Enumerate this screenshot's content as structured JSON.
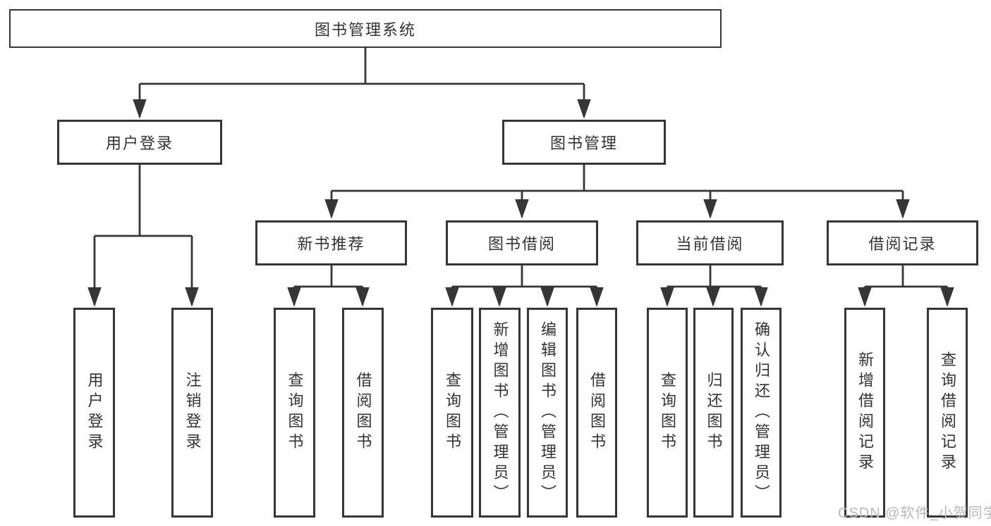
{
  "tree": {
    "root": {
      "label": "图书管理系统"
    },
    "branches": [
      {
        "label": "用户登录",
        "children": [
          {
            "label": "用户登录"
          },
          {
            "label": "注销登录"
          }
        ]
      },
      {
        "label": "图书管理",
        "children": [
          {
            "label": "新书推荐",
            "children": [
              {
                "label": "查询图书"
              },
              {
                "label": "借阅图书"
              }
            ]
          },
          {
            "label": "图书借阅",
            "children": [
              {
                "label": "查询图书"
              },
              {
                "label": "新增图书（管理员）"
              },
              {
                "label": "编辑图书（管理员）"
              },
              {
                "label": "借阅图书"
              }
            ]
          },
          {
            "label": "当前借阅",
            "children": [
              {
                "label": "查询图书"
              },
              {
                "label": "归还图书"
              },
              {
                "label": "确认归还（管理员）"
              }
            ]
          },
          {
            "label": "借阅记录",
            "children": [
              {
                "label": "新增借阅记录"
              },
              {
                "label": "查询借阅记录"
              }
            ]
          }
        ]
      }
    ]
  },
  "watermark": {
    "text": "CSDN @软件_小贺同学"
  },
  "colors": {
    "line": "#363636",
    "box_border": "#363636",
    "text": "#333333",
    "background": "#ffffff",
    "watermark": "#b9b9b9"
  }
}
